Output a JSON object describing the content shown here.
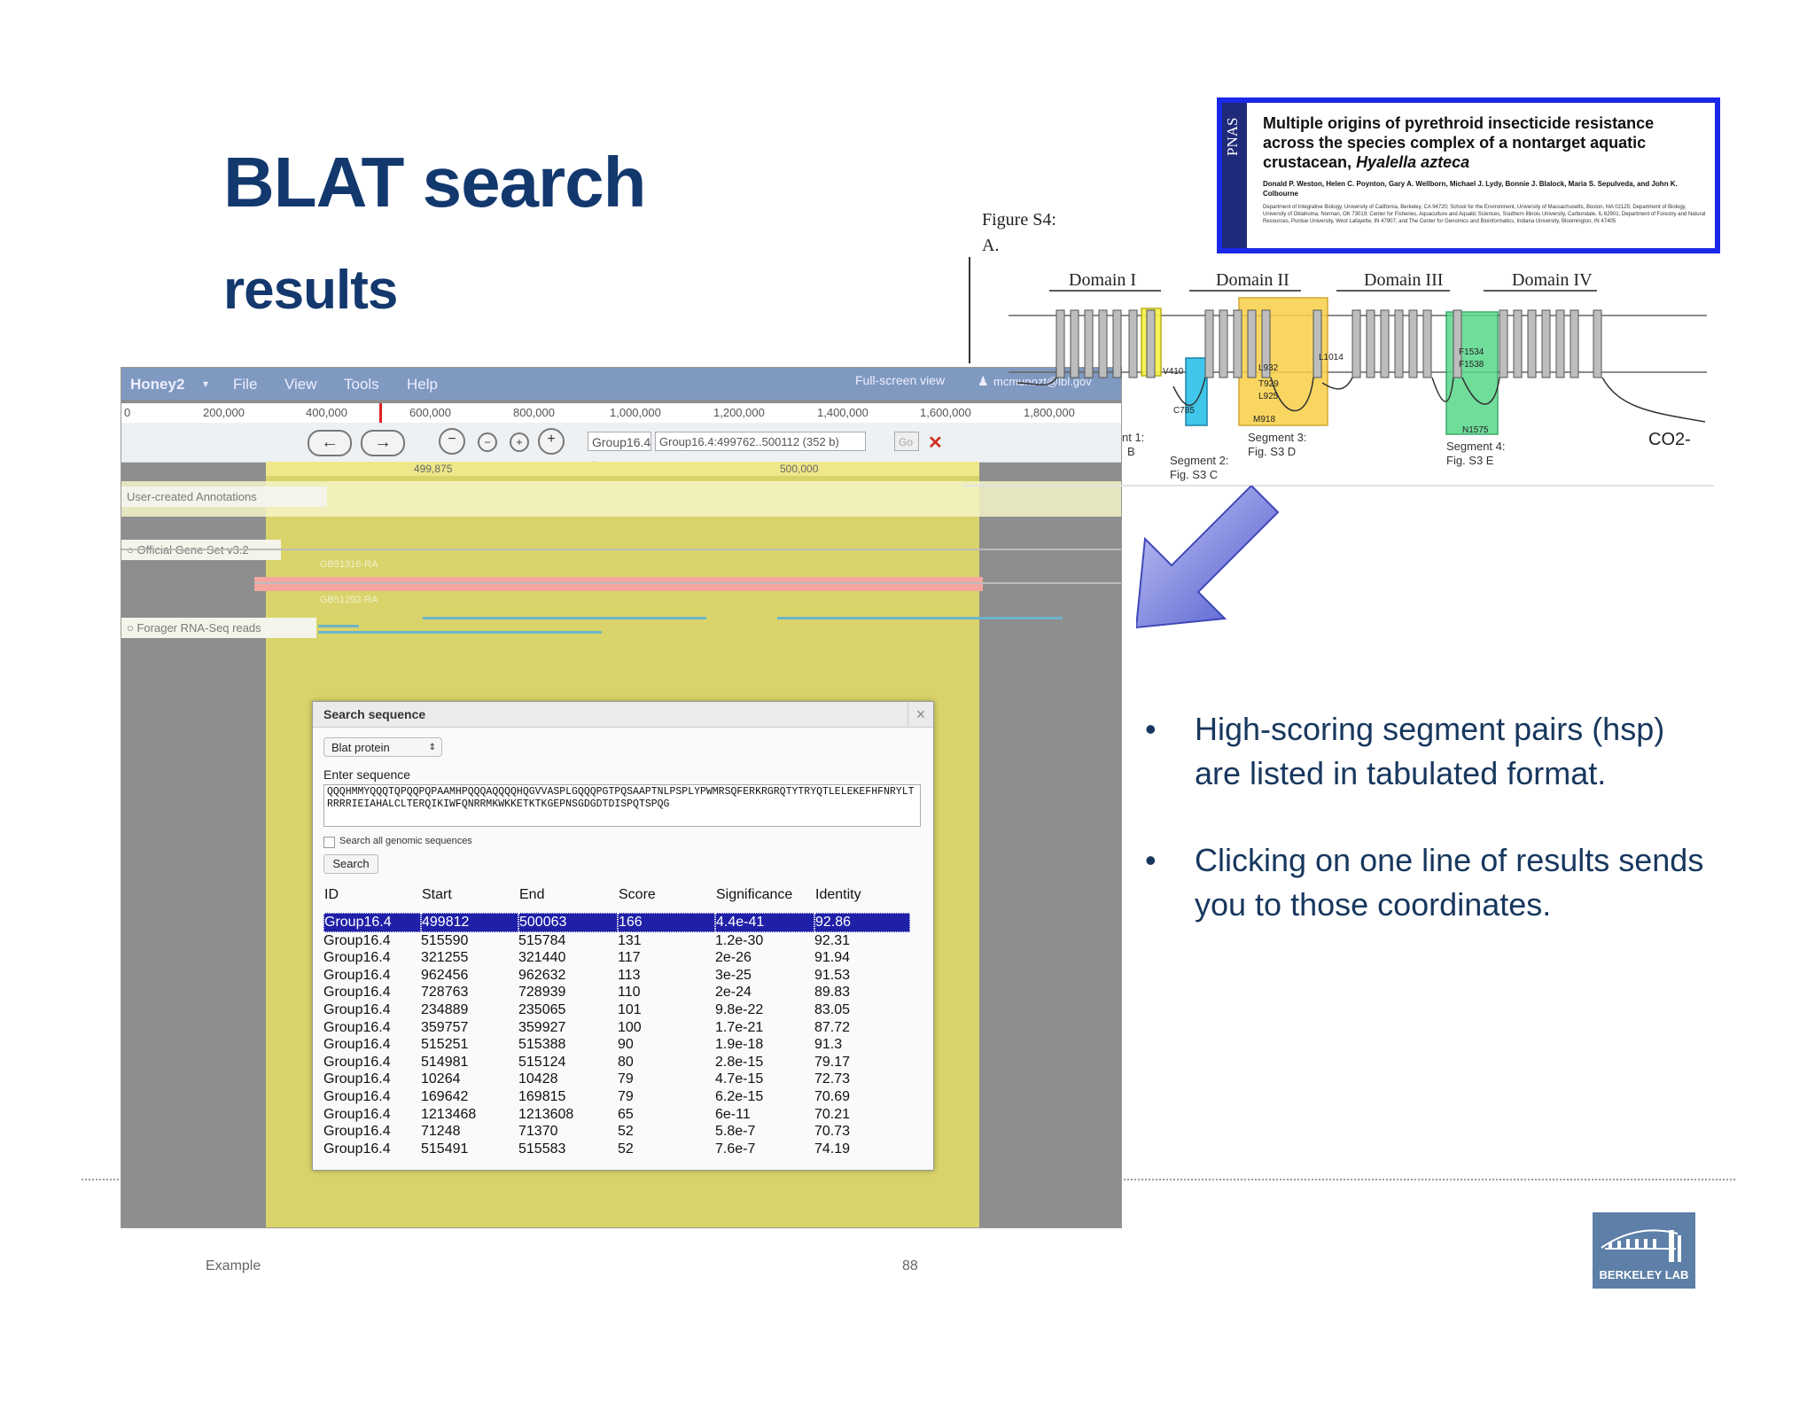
{
  "slide": {
    "title": "BLAT search",
    "subtitle": "results",
    "footer_left": "Example",
    "page_number": "88",
    "logo_text": "BERKELEY LAB"
  },
  "browser": {
    "app_name": "Honey2",
    "menu": [
      "File",
      "View",
      "Tools",
      "Help"
    ],
    "full_screen": "Full-screen view",
    "user": "mcmunozt@lbl.gov",
    "ruler_ticks": [
      "0",
      "200,000",
      "400,000",
      "600,000",
      "800,000",
      "1,000,000",
      "1,200,000",
      "1,400,000",
      "1,600,000",
      "1,800,000"
    ],
    "sub_ruler_ticks": [
      "499,875",
      "500,000"
    ],
    "ref_select": "Group16.4",
    "location": "Group16.4:499762..500112 (352 b)",
    "go_label": "Go",
    "tracks": {
      "annotations": "User-created Annotations",
      "gene_set": "Official Gene Set v3.2",
      "rnaseq": "Forager RNA-Seq reads"
    },
    "features": [
      "GB51316-RA",
      "GB51292-RA"
    ]
  },
  "dialog": {
    "title": "Search sequence",
    "close": "×",
    "search_type": "Blat protein",
    "enter_label": "Enter sequence",
    "sequence": "QQQHMMYQQQTQPQQPQPAAMHPQQQAQQQQHQGVVASPLGQQQPGTPQSAAPTNLPSPLYPWMRSQFERKRGRQTYTRYQTLELEKEFHFNRYLTRRRRIEIAHALCLTERQIKIWFQNRRMKWKKETKTKGEPNSGDGDTDISPQTSPQG",
    "search_all_label": "Search all genomic sequences",
    "search_button": "Search",
    "columns": [
      "ID",
      "Start",
      "End",
      "Score",
      "Significance",
      "Identity"
    ],
    "rows": [
      [
        "Group16.4",
        "499812",
        "500063",
        "166",
        "4.4e-41",
        "92.86"
      ],
      [
        "Group16.4",
        "515590",
        "515784",
        "131",
        "1.2e-30",
        "92.31"
      ],
      [
        "Group16.4",
        "321255",
        "321440",
        "117",
        "2e-26",
        "91.94"
      ],
      [
        "Group16.4",
        "962456",
        "962632",
        "113",
        "3e-25",
        "91.53"
      ],
      [
        "Group16.4",
        "728763",
        "728939",
        "110",
        "2e-24",
        "89.83"
      ],
      [
        "Group16.4",
        "234889",
        "235065",
        "101",
        "9.8e-22",
        "83.05"
      ],
      [
        "Group16.4",
        "359757",
        "359927",
        "100",
        "1.7e-21",
        "87.72"
      ],
      [
        "Group16.4",
        "515251",
        "515388",
        "90",
        "1.9e-18",
        "91.3"
      ],
      [
        "Group16.4",
        "514981",
        "515124",
        "80",
        "2.8e-15",
        "79.17"
      ],
      [
        "Group16.4",
        "10264",
        "10428",
        "79",
        "4.7e-15",
        "72.73"
      ],
      [
        "Group16.4",
        "169642",
        "169815",
        "79",
        "6.2e-15",
        "70.69"
      ],
      [
        "Group16.4",
        "1213468",
        "1213608",
        "65",
        "6e-11",
        "70.21"
      ],
      [
        "Group16.4",
        "71248",
        "71370",
        "52",
        "5.8e-7",
        "70.73"
      ],
      [
        "Group16.4",
        "515491",
        "515583",
        "52",
        "7.6e-7",
        "74.19"
      ]
    ]
  },
  "figure": {
    "label": "Figure S4:",
    "panel": "A.",
    "domains": [
      "Domain I",
      "Domain II",
      "Domain III",
      "Domain IV"
    ],
    "residues": [
      "V410",
      "C785",
      "L932",
      "T929",
      "L925",
      "M918",
      "L1014",
      "F1534",
      "F1538",
      "N1575"
    ],
    "segments": [
      {
        "label": "nt 1:",
        "sub": "B"
      },
      {
        "label": "Segment 2:",
        "sub": "Fig. S3 C"
      },
      {
        "label": "Segment 3:",
        "sub": "Fig. S3 D"
      },
      {
        "label": "Segment 4:",
        "sub": "Fig. S3 E"
      }
    ],
    "terminus": "CO2-"
  },
  "paper": {
    "journal": "PNAS",
    "title_plain": "Multiple origins of pyrethroid insecticide resistance across the species complex of a nontarget aquatic crustacean, ",
    "title_italic": "Hyalella azteca",
    "authors": "Donald P. Weston, Helen C. Poynton, Gary A. Wellborn, Michael J. Lydy, Bonnie J. Blalock, Maria S. Sepulveda, and John K. Colbourne",
    "affiliations": "Department of Integrative Biology, University of California, Berkeley, CA 94720; School for the Environment, University of Massachusetts, Boston, MA 02125; Department of Biology, University of Oklahoma, Norman, OK 73019; Center for Fisheries, Aquaculture and Aquatic Sciences, Southern Illinois University, Carbondale, IL 62901; Department of Forestry and Natural Resources, Purdue University, West Lafayette, IN 47907; and The Center for Genomics and Bioinformatics, Indiana University, Bloomington, IN 47405"
  },
  "bullets": [
    "High-scoring segment pairs (hsp) are listed in tabulated format.",
    "Clicking on one line of results sends you to those coordinates."
  ],
  "colors": {
    "title": "#12386e",
    "bullet_text": "#17375e",
    "menubar": "#7f99c0",
    "highlight": "#d9d46a",
    "selected_row": "#1f1fa8",
    "paper_border": "#1a28e8",
    "arrow": "#6a74d8"
  }
}
